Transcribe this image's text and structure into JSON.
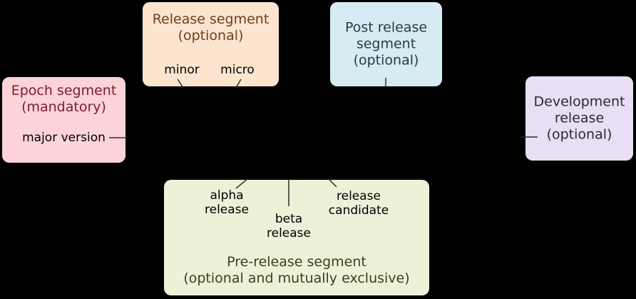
{
  "canvas": {
    "background": "#000000",
    "connector_color": "#2e2e2e"
  },
  "boxes": {
    "epoch": {
      "title": "Epoch segment\n(mandatory)",
      "label_major": "major version",
      "bg": "#fbd3d9",
      "title_color": "#831c2b",
      "label_color": "#000000"
    },
    "release": {
      "title": "Release segment\n(optional)",
      "label_minor": "minor",
      "label_micro": "micro",
      "bg": "#fde4cf",
      "title_color": "#6f3e1c",
      "label_color": "#000000"
    },
    "post_release": {
      "title": "Post release\nsegment\n(optional)",
      "bg": "#d8ebf2",
      "title_color": "#1f3d4a"
    },
    "development": {
      "title": "Development\nrelease\n(optional)",
      "bg": "#e8dff4",
      "title_color": "#2a2739"
    },
    "pre_release": {
      "title": "Pre-release segment\n(optional and mutually exclusive)",
      "label_alpha": "alpha\nrelease",
      "label_beta": "beta\nrelease",
      "label_rc": "release\ncandidate",
      "bg": "#eef1d8",
      "title_color": "#393f20",
      "label_color": "#000000"
    }
  }
}
